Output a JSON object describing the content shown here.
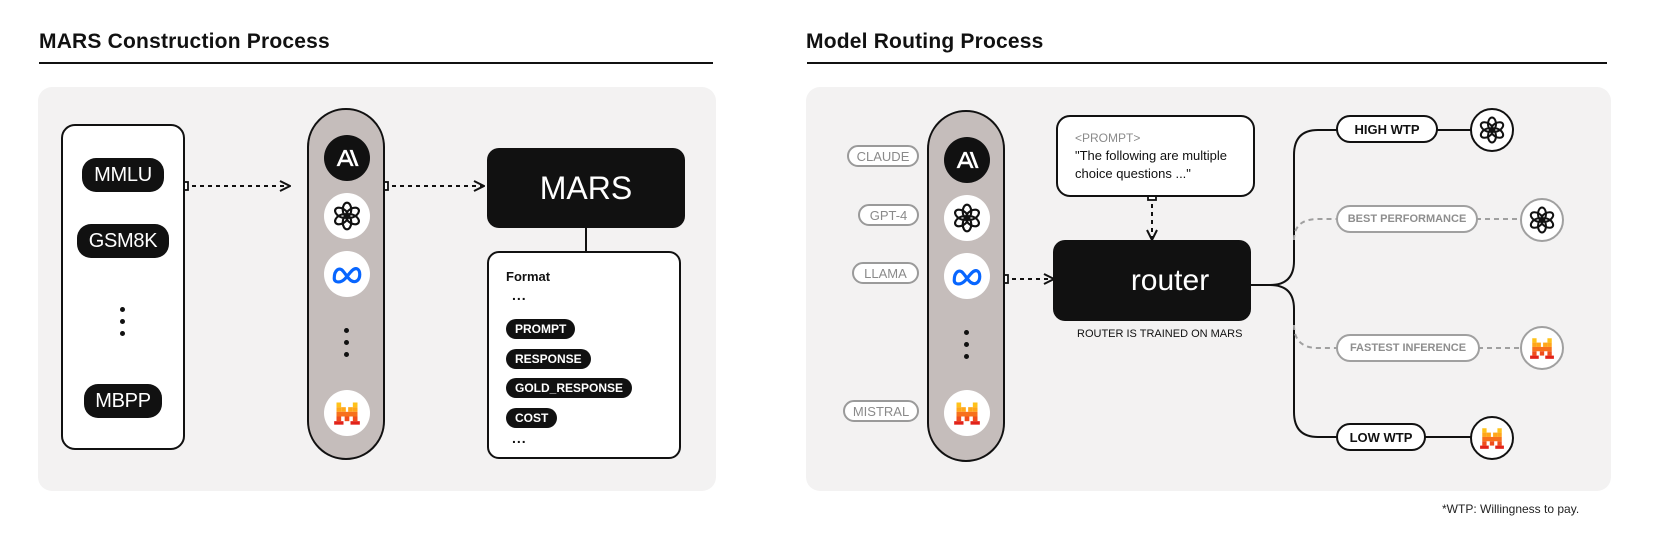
{
  "construction": {
    "title": "MARS Construction Process",
    "datasets": [
      "MMLU",
      "GSM8K",
      "MBPP"
    ],
    "mars_label": "MARS",
    "format": {
      "title": "Format",
      "ellipsis": "...",
      "fields": [
        "PROMPT",
        "RESPONSE",
        "GOLD_RESPONSE",
        "COST"
      ]
    }
  },
  "routing": {
    "title": "Model Routing Process",
    "model_labels": [
      "CLAUDE",
      "GPT-4",
      "LLAMA",
      "MISTRAL"
    ],
    "prompt": {
      "tag": "<PROMPT>",
      "text": "\"The following are multiple choice questions ...\""
    },
    "router_label": "router",
    "router_caption": "ROUTER IS TRAINED ON MARS",
    "routes": [
      "HIGH WTP",
      "BEST PERFORMANCE",
      "FASTEST INFERENCE",
      "LOW WTP"
    ],
    "footnote": "*WTP: Willingness to pay."
  },
  "icons": {
    "anthropic": "anthropic-icon",
    "openai": "openai-icon",
    "meta": "meta-icon",
    "mistral": "mistral-icon"
  },
  "colors": {
    "ink": "#111111",
    "panel": "#f3f2f2",
    "model_column": "#c5bdbb",
    "muted": "#9a9a9a",
    "meta_blue": "#0866ff",
    "mistral_orange": "#f7701c",
    "mistral_yellow": "#ffc21a",
    "mistral_red": "#e2231a"
  }
}
